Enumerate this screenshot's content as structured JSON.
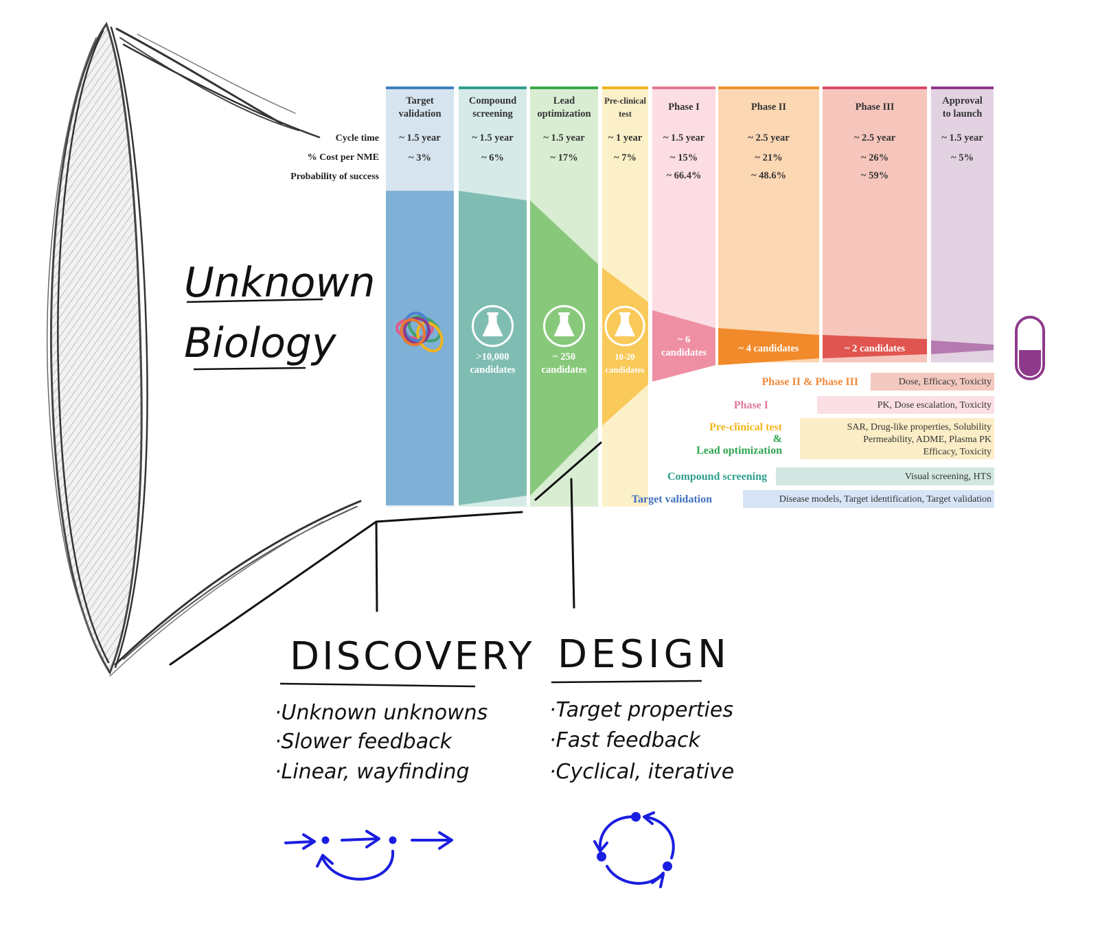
{
  "handwritten": {
    "unknown_line1": "Unknown",
    "unknown_line2": "Biology",
    "discovery": {
      "title": "DISCOVERY",
      "bullets": [
        "·Unknown unknowns",
        "·Slower feedback",
        "·Linear, wayfinding"
      ]
    },
    "design": {
      "title": "DESIGN",
      "bullets": [
        "·Target properties",
        "·Fast feedback",
        "·Cyclical, iterative"
      ]
    }
  },
  "row_labels": {
    "cycle_time": "Cycle time",
    "cost": "% Cost per NME",
    "probability": "Probability of success"
  },
  "stages": [
    {
      "name_lines": [
        "Target",
        "validation"
      ],
      "cycle": "~ 1.5 year",
      "cost": "~ 3%",
      "prob": "",
      "candidates": [],
      "color": "#7fb0d6",
      "light": "#d6e4ef",
      "bar": "#3f7fbf"
    },
    {
      "name_lines": [
        "Compound",
        "screening"
      ],
      "cycle": "~ 1.5 year",
      "cost": "~ 6%",
      "prob": "",
      "candidates": [
        ">10,000",
        "candidates"
      ],
      "color": "#7fbdb3",
      "light": "#d6ebe7",
      "bar": "#2f9e8c"
    },
    {
      "name_lines": [
        "Lead",
        "optimization"
      ],
      "cycle": "~ 1.5 year",
      "cost": "~ 17%",
      "prob": "",
      "candidates": [
        "~ 250",
        "candidates"
      ],
      "color": "#88c87a",
      "light": "#d9edd3",
      "bar": "#3aa84a"
    },
    {
      "name_lines": [
        "Pre-clinical",
        "test"
      ],
      "cycle": "~ 1 year",
      "cost": "~ 7%",
      "prob": "",
      "candidates": [
        "10-20",
        "candidates"
      ],
      "color": "#f9c95a",
      "light": "#fcf0c8",
      "bar": "#f2b51d"
    },
    {
      "name_lines": [
        "Phase I"
      ],
      "cycle": "~ 1.5 year",
      "cost": "~ 15%",
      "prob": "~ 66.4%",
      "candidates": [
        "~ 6",
        "candidates"
      ],
      "color": "#ef8fa4",
      "light": "#fbdde3",
      "bar": "#e37a94"
    },
    {
      "name_lines": [
        "Phase II"
      ],
      "cycle": "~ 2.5 year",
      "cost": "~ 21%",
      "prob": "~ 48.6%",
      "candidates": [
        "~ 4 candidates"
      ],
      "color": "#f18a2a",
      "light": "#fcd7b3",
      "bar": "#f0922e"
    },
    {
      "name_lines": [
        "Phase III"
      ],
      "cycle": "~ 2.5 year",
      "cost": "~ 26%",
      "prob": "~ 59%",
      "candidates": [
        "~ 2 candidates"
      ],
      "color": "#e0554f",
      "light": "#f6c6bd",
      "bar": "#d9486a"
    },
    {
      "name_lines": [
        "Approval",
        "to launch"
      ],
      "cycle": "~ 1.5 year",
      "cost": "~ 5%",
      "prob": "",
      "candidates": [],
      "color": "#b57ab0",
      "light": "#e3d3e2",
      "bar": "#8e3a8b"
    }
  ],
  "legend": [
    {
      "label_lines": [
        "Phase II & Phase III"
      ],
      "detail_lines": [
        "Dose, Efficacy, Toxicity"
      ],
      "label_color": "#ef8a3c",
      "box_color": "#f3c9bf"
    },
    {
      "label_lines": [
        "Phase I"
      ],
      "detail_lines": [
        "PK, Dose escalation, Toxicity"
      ],
      "label_color": "#e07a99",
      "box_color": "#fbdfe4"
    },
    {
      "label_lines": [
        "Pre-clinical test",
        "&",
        "Lead optimization"
      ],
      "detail_lines": [
        "SAR, Drug-like properties, Solubility",
        "Permeability, ADME, Plasma PK",
        "Efficacy, Toxicity"
      ],
      "label_color": "#f2b51d",
      "label_color2": "#2ea44f",
      "box_color": "#fbedc6"
    },
    {
      "label_lines": [
        "Compound screening"
      ],
      "detail_lines": [
        "Visual screening, HTS"
      ],
      "label_color": "#2f9e8c",
      "box_color": "#d3e6e2"
    },
    {
      "label_lines": [
        "Target validation"
      ],
      "detail_lines": [
        "Disease models, Target identification, Target validation"
      ],
      "label_color": "#3f6fc0",
      "box_color": "#d6e4f6"
    }
  ],
  "colors": {
    "ink": "#111111",
    "pencil": "#555555",
    "blue_ink": "#1a1ee0",
    "pill": "#8e3a8b"
  },
  "icons": [
    "protein-icon",
    "flask-icon",
    "pill-icon"
  ]
}
